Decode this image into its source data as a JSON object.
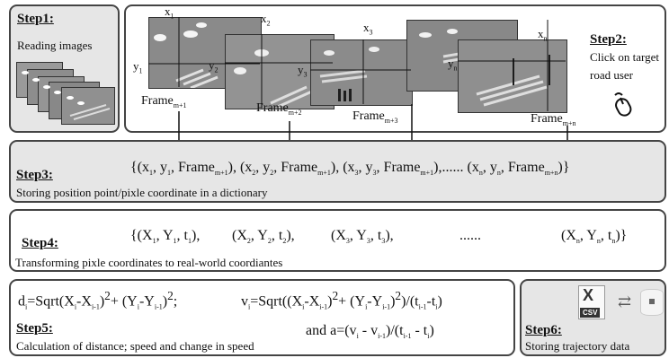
{
  "colors": {
    "panel_bg": "#e6e6e6",
    "border": "#444444",
    "photo": "#8e8e8e"
  },
  "step1": {
    "label": "Step1:",
    "text": "Reading images"
  },
  "step2": {
    "label": "Step2:",
    "text_line1": "Click on target",
    "text_line2": "road user",
    "icon": "mouse-icon"
  },
  "frames": [
    {
      "name": "Frame",
      "sub": "m+1",
      "x_label": "x",
      "x_sub": "1",
      "y_label": "y",
      "y_sub": "1"
    },
    {
      "name": "Frame",
      "sub": "m+2",
      "x_label": "x",
      "x_sub": "2",
      "y_label": "y",
      "y_sub": "2"
    },
    {
      "name": "Frame",
      "sub": "m+3",
      "x_label": "x",
      "x_sub": "3",
      "y_label": "y",
      "y_sub": "3"
    },
    {
      "name": "Frame",
      "sub": "m+n",
      "x_label": "x",
      "x_sub": "n",
      "y_label": "y",
      "y_sub": "n"
    }
  ],
  "step3": {
    "label": "Step3:",
    "text": "Storing position point/pixle coordinate in a dictionary",
    "formula_terms": [
      {
        "x": "x",
        "xs": "1",
        "y": "y",
        "ys": "1",
        "f": "Frame",
        "fs": "m+1"
      },
      {
        "x": "x",
        "xs": "2",
        "y": "y",
        "ys": "2",
        "f": "Frame",
        "fs": "m+1"
      },
      {
        "x": "x",
        "xs": "3",
        "y": "y",
        "ys": "3",
        "f": "Frame",
        "fs": "m+1"
      },
      {
        "x": "x",
        "xs": "n",
        "y": "y",
        "ys": "n",
        "f": "Frame",
        "fs": "m+n"
      }
    ],
    "ellipsis": "......"
  },
  "step4": {
    "label": "Step4:",
    "text": "Transforming pixle coordinates to real-world coordiantes",
    "terms": [
      {
        "X": "X",
        "Xs": "1",
        "Y": "Y",
        "Ys": "1",
        "t": "t",
        "ts": "1"
      },
      {
        "X": "X",
        "Xs": "2",
        "Y": "Y",
        "Ys": "2",
        "t": "t",
        "ts": "2"
      },
      {
        "X": "X",
        "Xs": "3",
        "Y": "Y",
        "Ys": "3",
        "t": "t",
        "ts": "3"
      },
      {
        "X": "X",
        "Xs": "n",
        "Y": "Y",
        "Ys": "n",
        "t": "t",
        "ts": "n"
      }
    ],
    "ellipsis": "......"
  },
  "step5": {
    "label": "Step5:",
    "text": "Calculation of distance; speed and change in speed",
    "and_text": "and a=(v",
    "formula_d": "d",
    "formula_v": "v"
  },
  "step6": {
    "label": "Step6:",
    "text": "Storing trajectory data",
    "csv_label": "CSV",
    "csv_letter": "X",
    "arrows": "⇄"
  }
}
